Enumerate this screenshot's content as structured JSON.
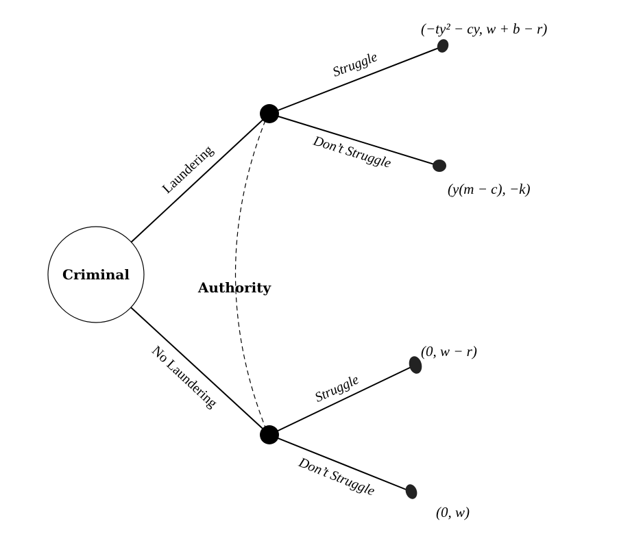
{
  "players": {
    "first": "Criminal",
    "second": "Authority"
  },
  "actions": {
    "criminal_top": "Laundering",
    "criminal_bottom": "No Laundering",
    "authority_top_up": "Struggle",
    "authority_top_down": "Don’t Struggle",
    "authority_bottom_up": "Struggle",
    "authority_bottom_down": "Don’t Struggle"
  },
  "payoffs": {
    "top_struggle": "(−ty² − cy, w + b − r)",
    "top_dont_struggle": "(y(m − c), −k)",
    "bottom_struggle": "(0, w − r)",
    "bottom_dont_struggle": "(0, w)"
  },
  "colors": {
    "line": "#000000",
    "background": "#ffffff"
  }
}
